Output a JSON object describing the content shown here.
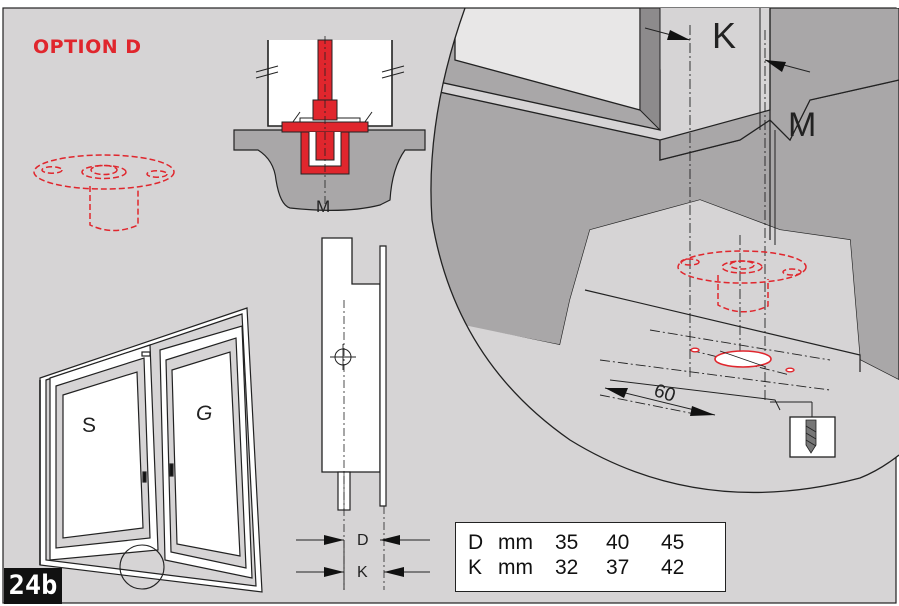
{
  "title": "OPTION D",
  "figure_number": "24b",
  "labels": {
    "dim_K_top": "K",
    "dim_M_top": "M",
    "dim_60": "60",
    "axis_M": "M",
    "leaf_S": "S",
    "leaf_G": "G",
    "dim_D": "D",
    "dim_K": "K"
  },
  "dimension_table": {
    "rows": [
      {
        "symbol": "D",
        "unit": "mm",
        "values": [
          "35",
          "40",
          "45"
        ]
      },
      {
        "symbol": "K",
        "unit": "mm",
        "values": [
          "32",
          "37",
          "42"
        ]
      }
    ]
  },
  "colors": {
    "accent_red": "#e0262d",
    "background_grey": "#d6d4d5",
    "wall_grey": "#a9a7a8",
    "line_dark": "#222222"
  }
}
